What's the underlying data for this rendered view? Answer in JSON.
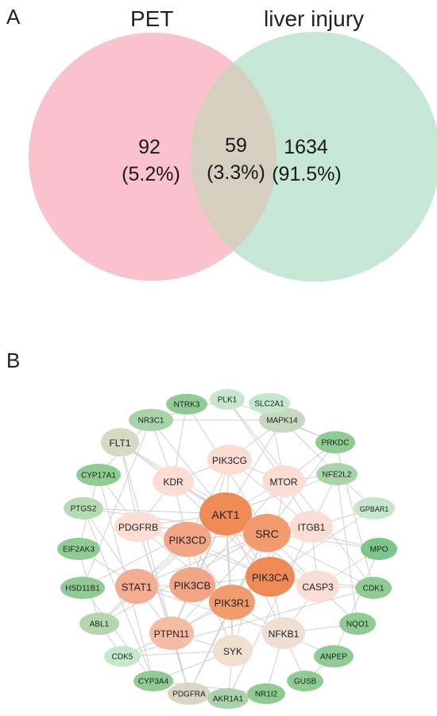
{
  "panels": {
    "a": "A",
    "b": "B"
  },
  "venn": {
    "left": {
      "title": "PET",
      "count": "92",
      "percent": "(5.2%)",
      "color": "#f9c2cd"
    },
    "overlap": {
      "count": "59",
      "percent": "(3.3%)",
      "color": "#d6cfc0"
    },
    "right": {
      "title": "liver injury",
      "count": "1634",
      "percent": "(91.5%)",
      "color": "#c6e6d6"
    }
  },
  "network": {
    "nodes": [
      {
        "id": "AKT1",
        "color": "#f08a55"
      },
      {
        "id": "SRC",
        "color": "#f29b6e"
      },
      {
        "id": "PIK3CA",
        "color": "#f08a55"
      },
      {
        "id": "PIK3R1",
        "color": "#f29b6e"
      },
      {
        "id": "PIK3CD",
        "color": "#f3a686"
      },
      {
        "id": "PIK3CB",
        "color": "#f3a686"
      },
      {
        "id": "STAT1",
        "color": "#f4ad90"
      },
      {
        "id": "PTPN11",
        "color": "#f6bba3"
      },
      {
        "id": "PDGFRB",
        "color": "#fbddd3"
      },
      {
        "id": "KDR",
        "color": "#fbddd3"
      },
      {
        "id": "PIK3CG",
        "color": "#fbddd3"
      },
      {
        "id": "MTOR",
        "color": "#fbddd3"
      },
      {
        "id": "ITGB1",
        "color": "#fbddd3"
      },
      {
        "id": "CASP3",
        "color": "#fbddd3"
      },
      {
        "id": "NFKB1",
        "color": "#f0ded2"
      },
      {
        "id": "SYK",
        "color": "#efe0d2"
      },
      {
        "id": "FLT1",
        "color": "#d5dac3"
      },
      {
        "id": "MAPK14",
        "color": "#c8d8bc"
      },
      {
        "id": "NR3C1",
        "color": "#a9d3a8"
      },
      {
        "id": "NTRK3",
        "color": "#8fcc94"
      },
      {
        "id": "PLK1",
        "color": "#c5e8cc"
      },
      {
        "id": "SLC2A1",
        "color": "#c5e8cc"
      },
      {
        "id": "PRKDC",
        "color": "#8fcc94"
      },
      {
        "id": "NFE2L2",
        "color": "#a9d3a8"
      },
      {
        "id": "CYP17A1",
        "color": "#8fcc94"
      },
      {
        "id": "PTGS2",
        "color": "#b5dbb3"
      },
      {
        "id": "GPBAR1",
        "color": "#c5e8cc"
      },
      {
        "id": "MPO",
        "color": "#7cc68c"
      },
      {
        "id": "EIF2AK3",
        "color": "#8fcc94"
      },
      {
        "id": "HSD11B1",
        "color": "#8fcc94"
      },
      {
        "id": "CDK1",
        "color": "#8fcc94"
      },
      {
        "id": "ABL1",
        "color": "#b5d5ae"
      },
      {
        "id": "NQO1",
        "color": "#8fcc94"
      },
      {
        "id": "CDK5",
        "color": "#c5e8cc"
      },
      {
        "id": "ANPEP",
        "color": "#8fcc94"
      },
      {
        "id": "CYP3A4",
        "color": "#8fcc94"
      },
      {
        "id": "PDGFRA",
        "color": "#d9d6c4"
      },
      {
        "id": "AKR1A1",
        "color": "#a9d3a8"
      },
      {
        "id": "NR1I2",
        "color": "#8fcc94"
      },
      {
        "id": "GUSB",
        "color": "#8fcc94"
      }
    ],
    "edge_color": "#d0d0d0"
  }
}
